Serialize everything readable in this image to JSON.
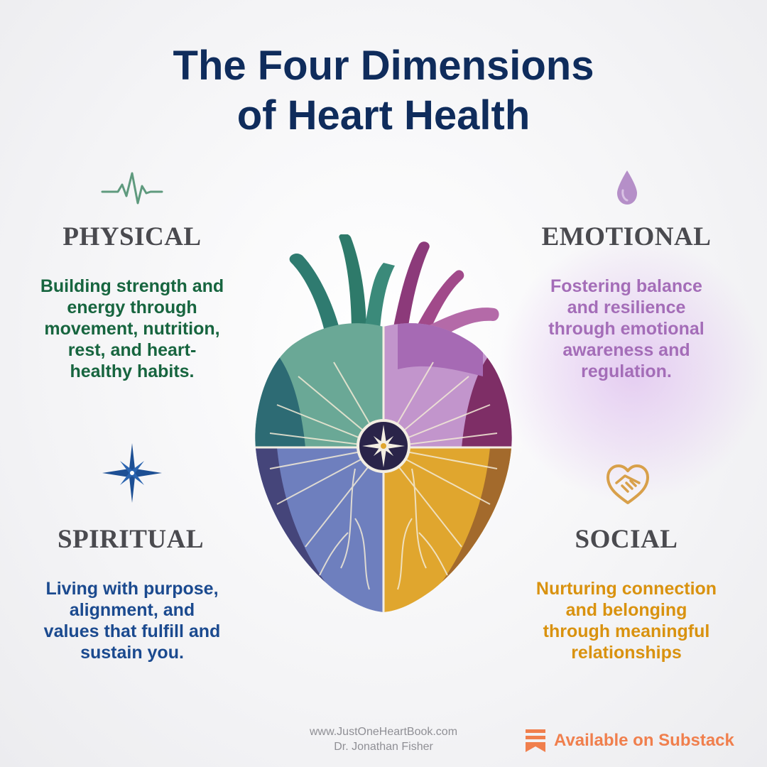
{
  "title": {
    "line1": "The Four Dimensions",
    "line2": "of Heart Health"
  },
  "dimensions": {
    "physical": {
      "heading": "PHYSICAL",
      "description": "Building strength and energy through movement, nutrition, rest, and heart-healthy habits.",
      "color": "#17653f",
      "icon": "heartbeat-icon"
    },
    "emotional": {
      "heading": "EMOTIONAL",
      "description": "Fostering balance and resilience through emotional awareness and regulation.",
      "color": "#a46db8",
      "icon": "droplet-icon"
    },
    "spiritual": {
      "heading": "SPIRITUAL",
      "description": "Living with purpose, alignment, and values that fulfill and sustain you.",
      "color": "#1b4a8f",
      "icon": "star-icon"
    },
    "social": {
      "heading": "SOCIAL",
      "description": "Nurturing connection and belonging through meaningful relationships",
      "color": "#d9920f",
      "icon": "handshake-heart-icon"
    }
  },
  "footer": {
    "website": "www.JustOneHeartBook.com",
    "author": "Dr. Jonathan Fisher",
    "substack_label": "Available on Substack",
    "substack_color": "#f07f4d"
  }
}
